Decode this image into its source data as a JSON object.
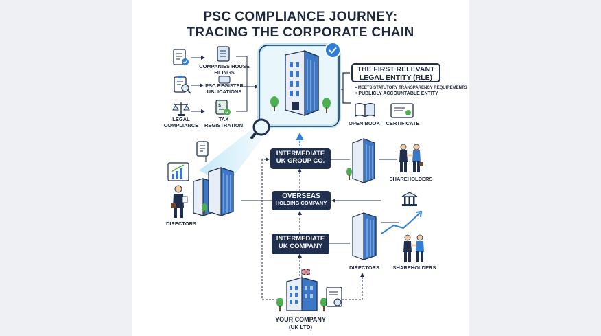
{
  "title": {
    "line1": "PSC COMPLIANCE JOURNEY:",
    "line2": "TRACING THE CORPORATE CHAIN"
  },
  "top_left_items": [
    {
      "label": "COMPANIES HOUSE FILINGS",
      "icon": "document-check-icon"
    },
    {
      "label": "PSC REGISTER UBLICATIONS",
      "icon": "clipboard-search-icon"
    },
    {
      "label": "LEGAL COMPLIANCE",
      "icon": "scales-icon"
    },
    {
      "label": "TAX REGISTRATION",
      "icon": "tax-document-icon"
    }
  ],
  "rle": {
    "title": "THE FIRST RELEVANT LEGAL ENTITY (RLE)",
    "bullets": [
      "MEETS STATUTORY TRANSPARENCY REQUIREMENTS",
      "PUBLICLY ACCOUNTABLE ENTITY"
    ]
  },
  "rle_items": [
    {
      "label": "OPEN BOOK",
      "icon": "open-book-icon"
    },
    {
      "label": "CERTIFICATE",
      "icon": "certificate-icon"
    }
  ],
  "chain": [
    {
      "id": "intermediate-uk-group",
      "label": "INTERMEDIATE UK GROUP CO."
    },
    {
      "id": "overseas-holding",
      "label_line1": "OVERSEAS",
      "label_line2": "HOLDING COMPANY"
    },
    {
      "id": "intermediate-uk-company",
      "label": "INTERMEDIATE UK COMPANY"
    }
  ],
  "your_company": {
    "line1": "YOUR COMPANY",
    "line2": "(UK LTD)"
  },
  "people_labels": {
    "directors_left": "DIRECTORS",
    "shareholders_top": "SHAREHOLDERS",
    "directors_right": "DIRECTORS",
    "shareholders_bottom": "SHAREHOLDERS"
  },
  "colors": {
    "navy": "#1f2f4d",
    "building_blue": "#3d78c6",
    "glow": "#bfe6f7",
    "check": "#2f7fd6",
    "tree": "#4caf50"
  }
}
